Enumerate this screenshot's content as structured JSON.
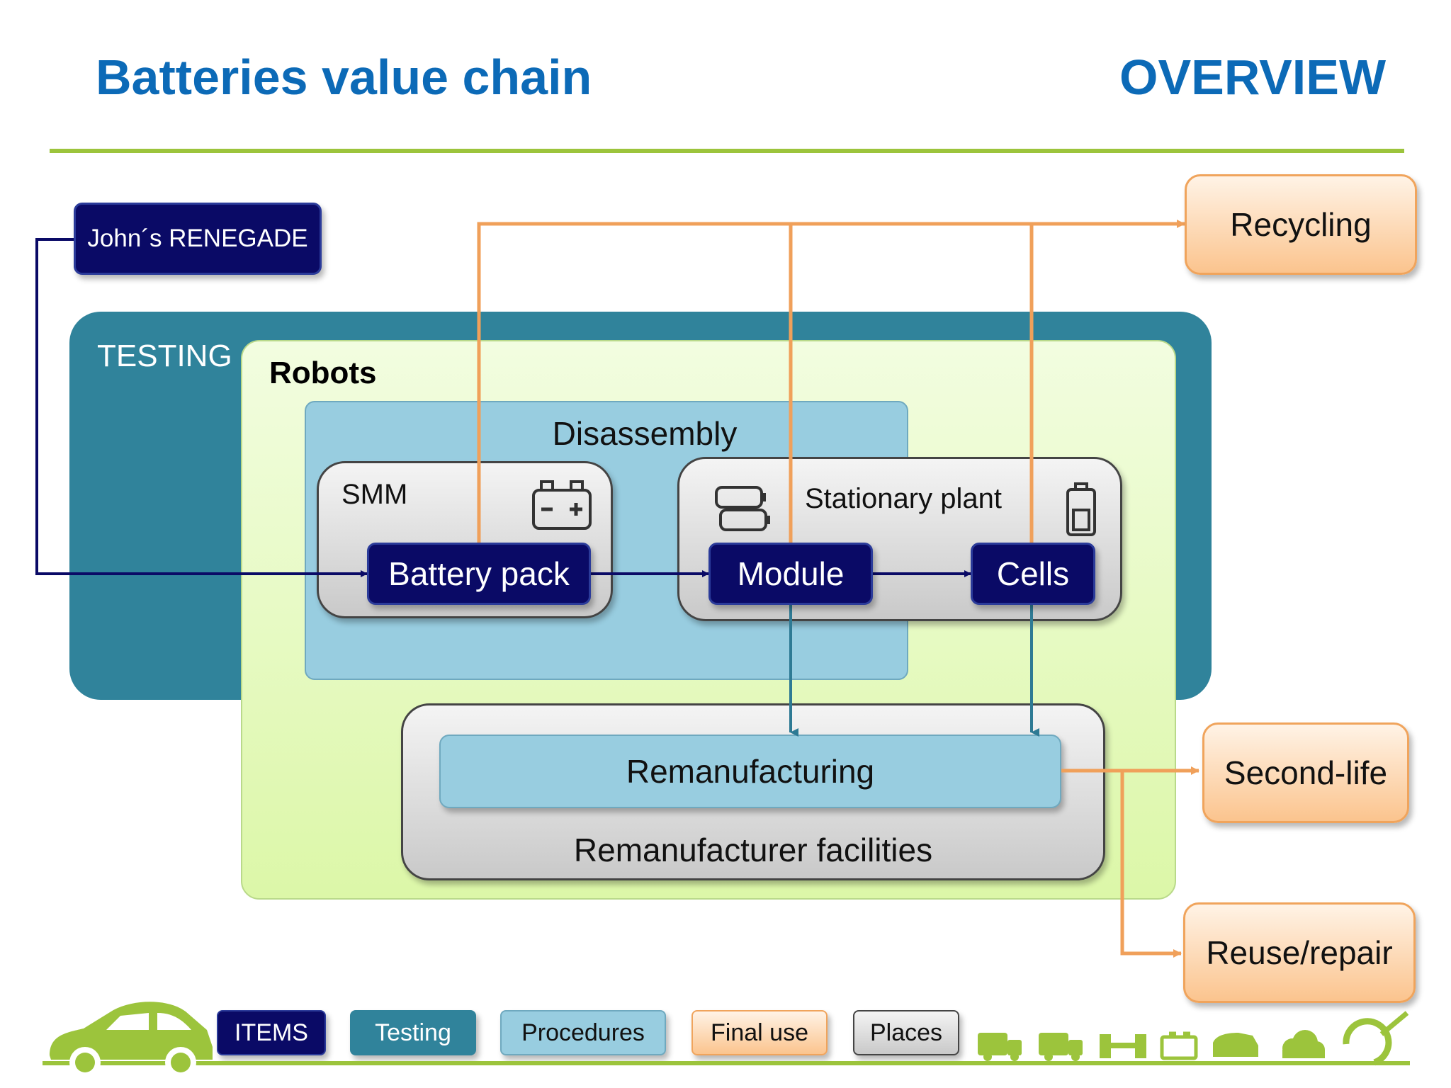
{
  "header": {
    "title": "Batteries value chain",
    "section": "OVERVIEW"
  },
  "colors": {
    "title_blue": "#0c6ab7",
    "accent_green": "#9cc43c",
    "item_navy": "#0a0a66",
    "testing_teal": "#30839b",
    "procedure_blue": "#98cde0",
    "robots_green": "#e9fbc8",
    "final_use_orange": "#fbc48e",
    "arrow_orange": "#f0a05a"
  },
  "diagram": {
    "source_item": "John´s RENEGADE",
    "testing_label": "TESTING",
    "robots_label": "Robots",
    "disassembly_label": "Disassembly",
    "smm_label": "SMM",
    "stationary_label": "Stationary plant",
    "items": {
      "battery_pack": "Battery pack",
      "module": "Module",
      "cells": "Cells"
    },
    "remanufacturing_label": "Remanufacturing",
    "facilities_label": "Remanufacturer facilities",
    "final_uses": {
      "recycling": "Recycling",
      "second_life": "Second-life",
      "reuse_repair": "Reuse/repair"
    },
    "icons": {
      "smm": "car-battery-icon",
      "stationary_left": "battery-stack-icon",
      "stationary_right": "battery-level-icon"
    }
  },
  "legend": {
    "items": "ITEMS",
    "testing": "Testing",
    "procedures": "Procedures",
    "final_use": "Final use",
    "places": "Places"
  },
  "footer_icons": [
    "car-icon",
    "truck-check-icon",
    "truck-battery-icon",
    "network-icon",
    "battery-icon",
    "car-side-icon",
    "cloud-icon",
    "recycle-plug-icon"
  ]
}
